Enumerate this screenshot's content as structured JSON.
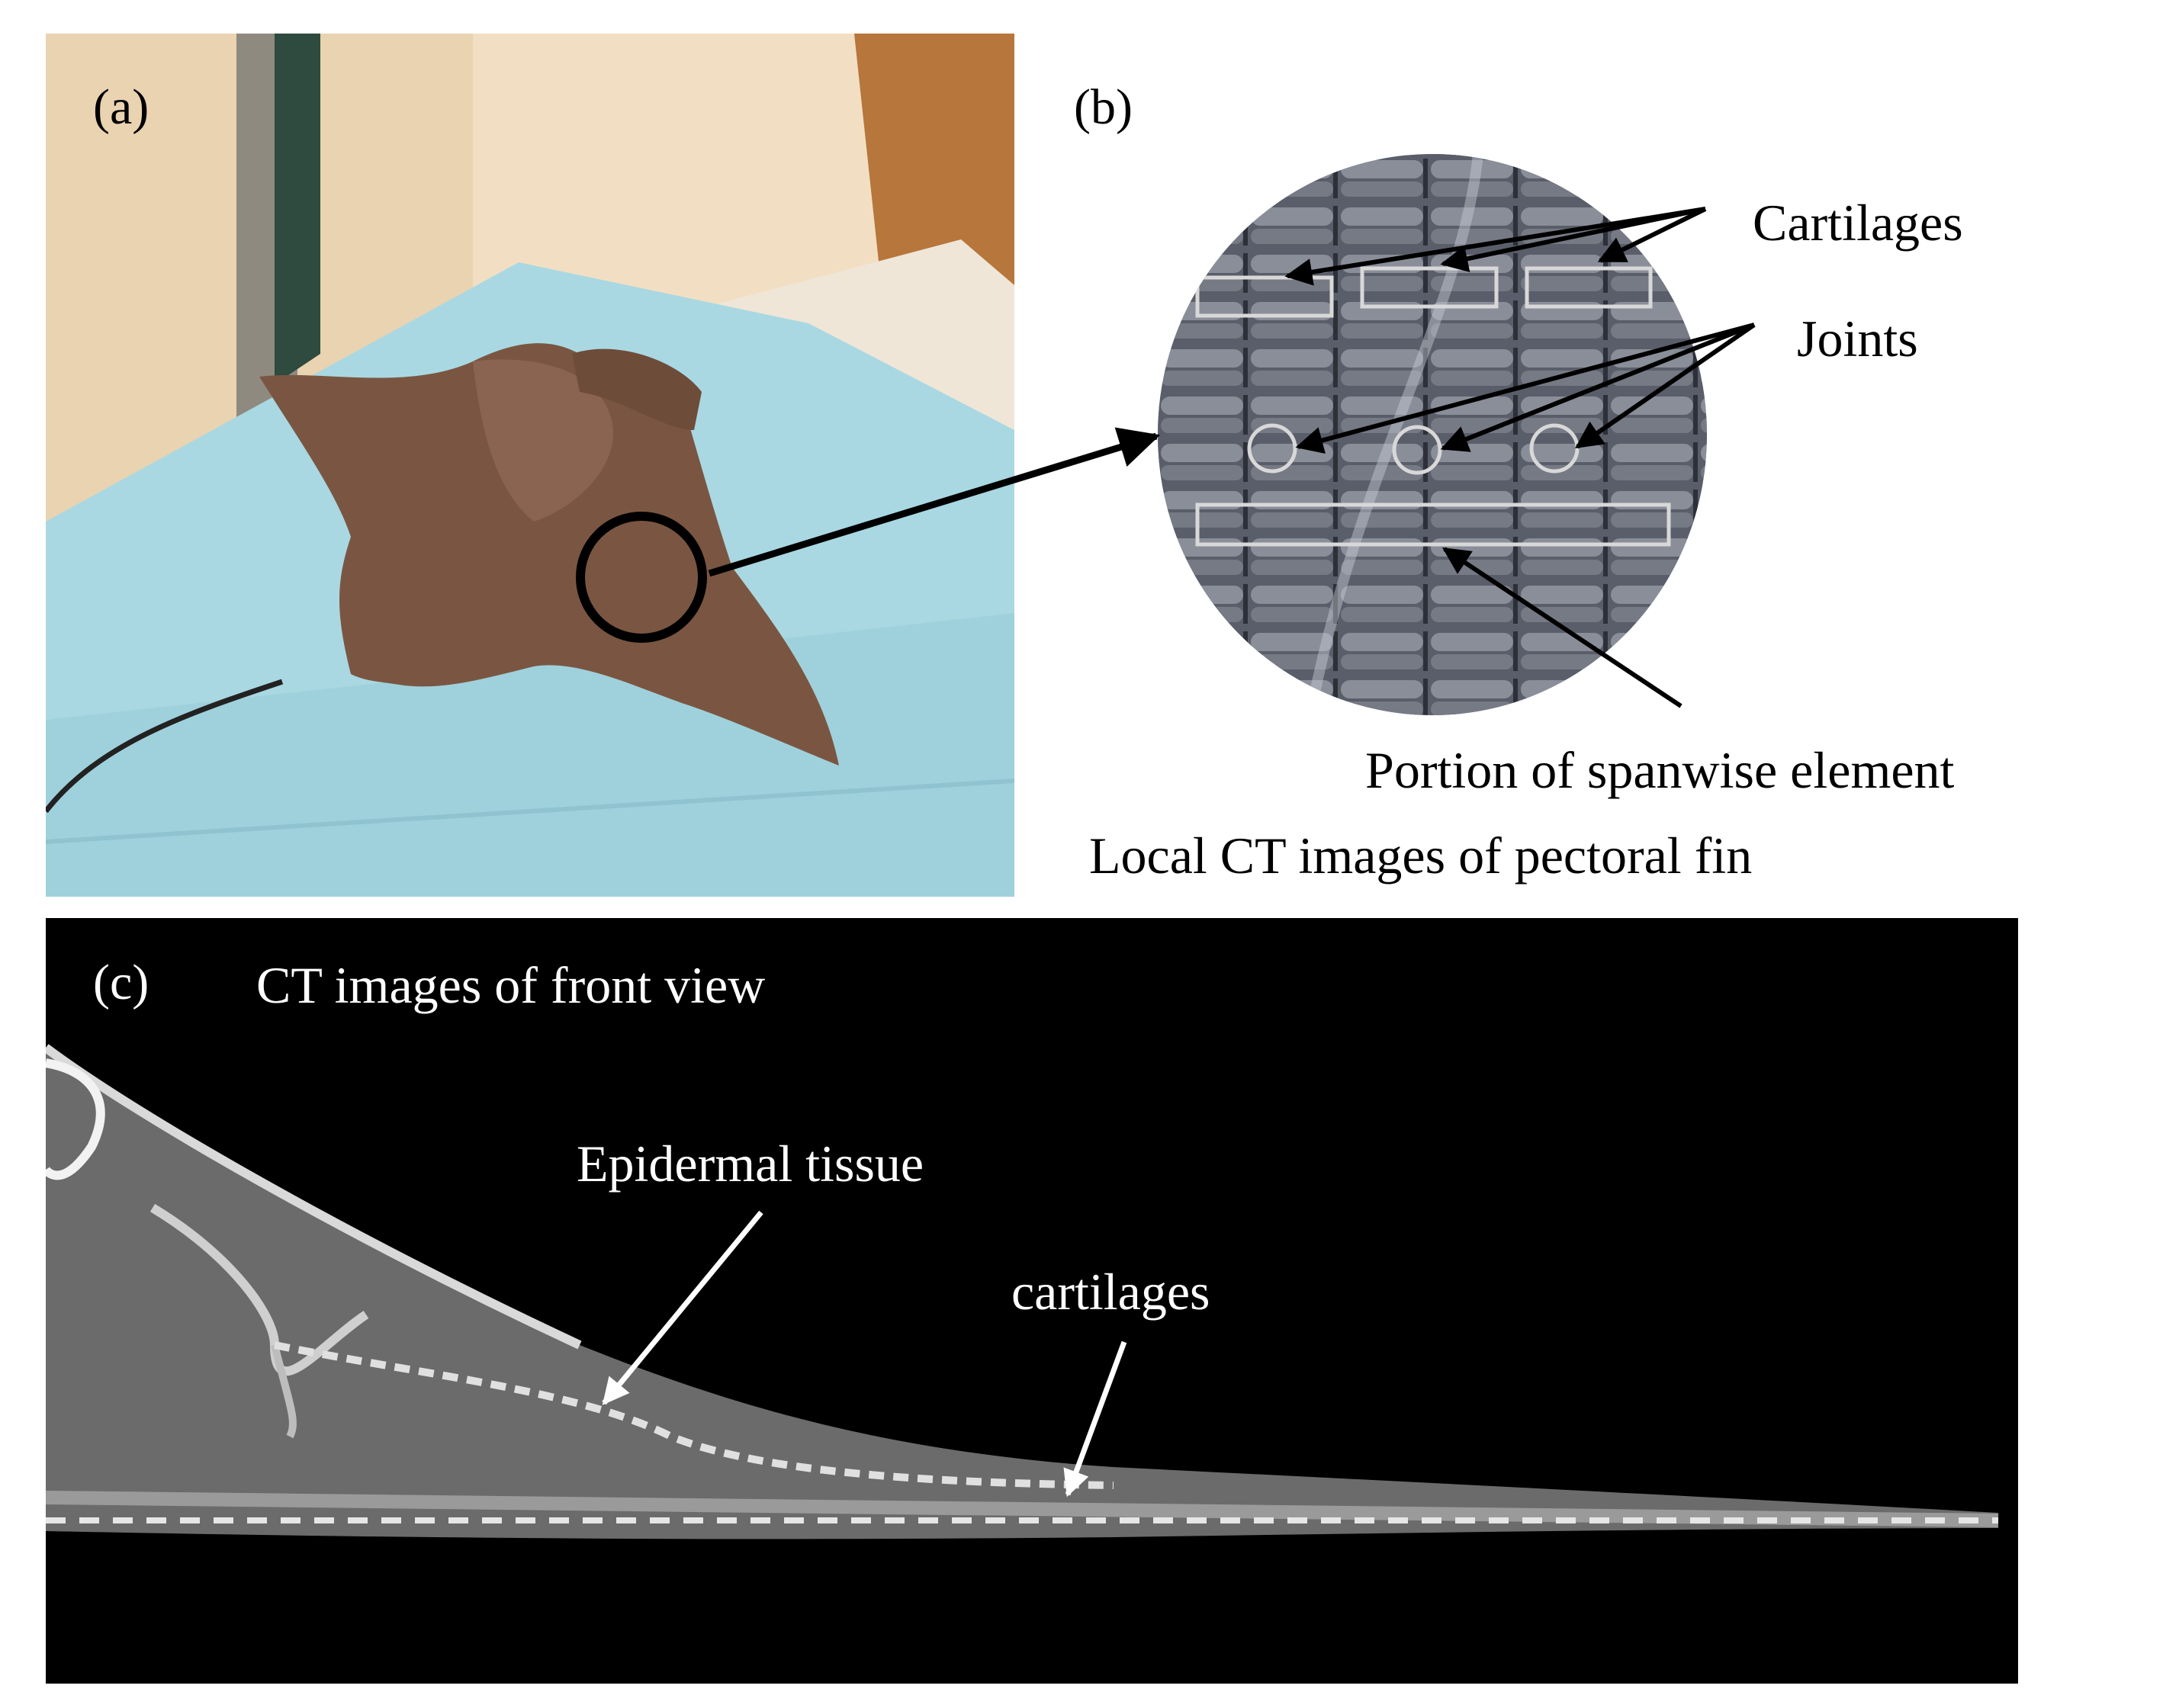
{
  "figure": {
    "panel_a": {
      "label": "(a)"
    },
    "panel_b": {
      "label": "(b)",
      "annotations": {
        "cartilages": "Cartilages",
        "joints": "Joints",
        "spanwise": "Portion of spanwise element"
      },
      "caption": "Local CT images of pectoral fin"
    },
    "panel_c": {
      "label": "(c)",
      "title": "CT images of front view",
      "annotations": {
        "epidermal": "Epidermal tissue",
        "cartilages": "cartilages"
      }
    }
  },
  "colors": {
    "towel": "#a9d8e2",
    "ray_skin": "#7a5642",
    "ct_background": "#000000",
    "box_outline": "#d8d8d8"
  }
}
